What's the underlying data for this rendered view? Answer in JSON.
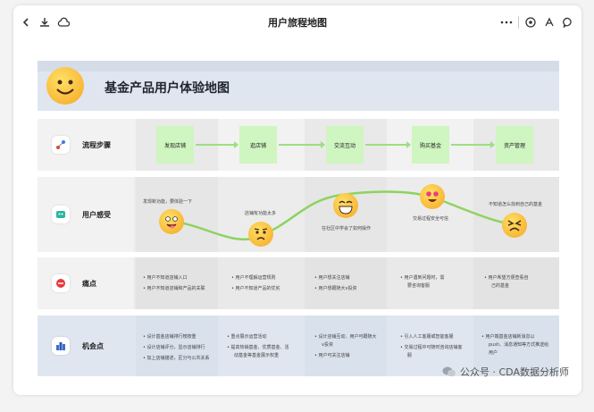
{
  "title": "用户旅程地图",
  "header": {
    "title": "基金产品用户体验地图"
  },
  "rows": {
    "steps_label": "流程步骤",
    "feel_label": "用户感受",
    "pain_label": "痛点",
    "opp_label": "机会点"
  },
  "steps": [
    "发现店铺",
    "逛店铺",
    "交流互动",
    "购买基金",
    "资产管理"
  ],
  "feelings": [
    "发现新功能，要体验一下",
    "店铺有功能太多",
    "在社区中学会了如何操作",
    "交易过程安全可信",
    "不知道怎么找到自己的基金"
  ],
  "pain_points": [
    [
      "用户不知道店铺入口",
      "用户不知道店铺和产品的关联"
    ],
    [
      "用户不理解运营规则",
      "用户不知道产品的优劣"
    ],
    [
      "用户想关注店铺",
      "用户想跟随大v投资"
    ],
    [
      "用户遇到问题时，需",
      "要咨询客服"
    ],
    [
      "用户希望方便查看自",
      "己的基金"
    ]
  ],
  "opportunities": [
    [
      "设计基金店铺排行榜按重",
      "设计店铺评分，显示店铺排行",
      "加上店铺描述，区分与公共关系"
    ],
    [
      "重点展示运营活动",
      "提高热销基金、优质基金、活",
      "动基金等基金展示权重"
    ],
    [
      "设计店铺互动、用户可跟随大",
      "v投资",
      "用户可关注店铺"
    ],
    [
      "引入人工客服或智能客服",
      "交易过程中可随时咨询店铺客",
      "服"
    ],
    [
      "用户端基金店铺新消息以",
      "push、消息通知等方式推送给",
      "用户"
    ]
  ],
  "watermark": "公众号 · CDA数据分析师"
}
